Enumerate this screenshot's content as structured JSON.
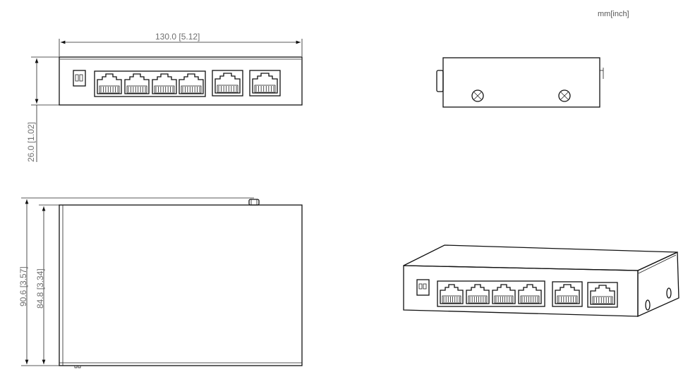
{
  "units_label": "mm[inch]",
  "dimensions": {
    "width": "130.0  [5.12]",
    "height": "26.0  [1.02]",
    "depth_overall": "90.6  [3.57]",
    "depth_body": "84.8  [3.34]"
  },
  "views": [
    "front",
    "side",
    "top",
    "isometric"
  ],
  "colors": {
    "line": "#111111",
    "dim_text": "#6f6f6f"
  }
}
